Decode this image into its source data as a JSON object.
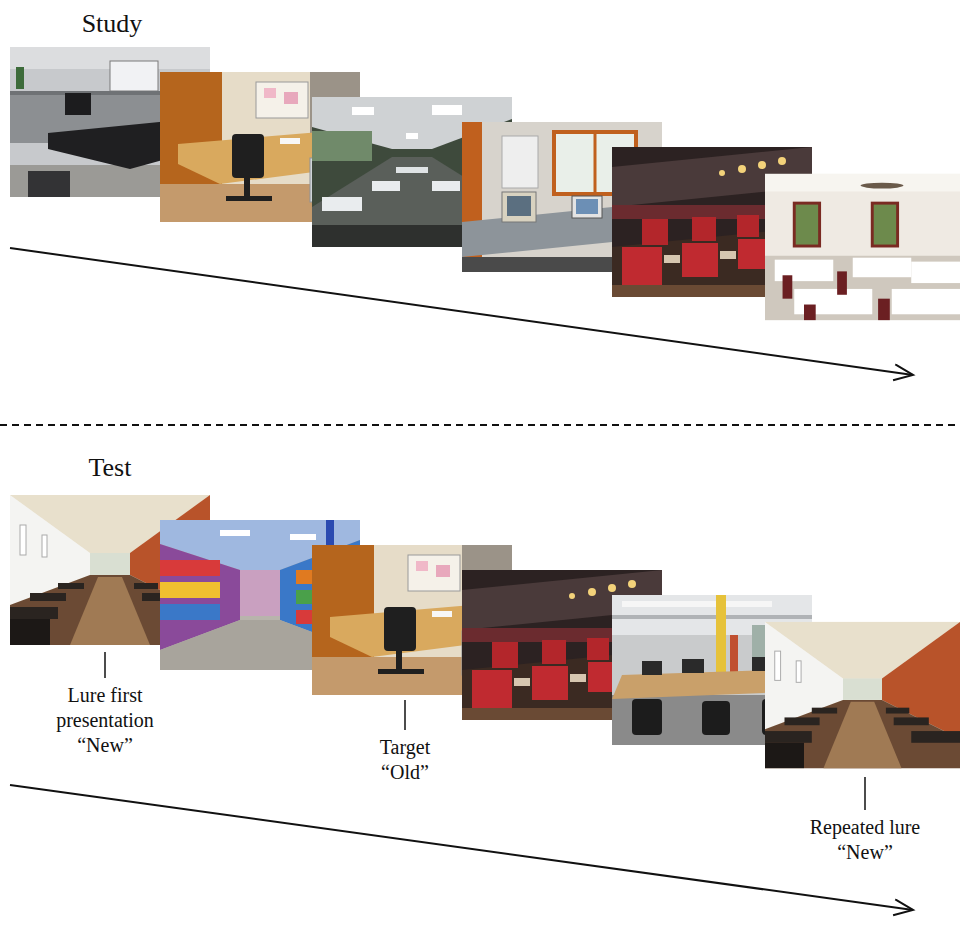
{
  "diagram": {
    "labels": [
      "Study",
      "Test",
      "Lure first presentation “New”",
      "Target “Old”",
      "Repeated lure “New”"
    ]
  }
}
